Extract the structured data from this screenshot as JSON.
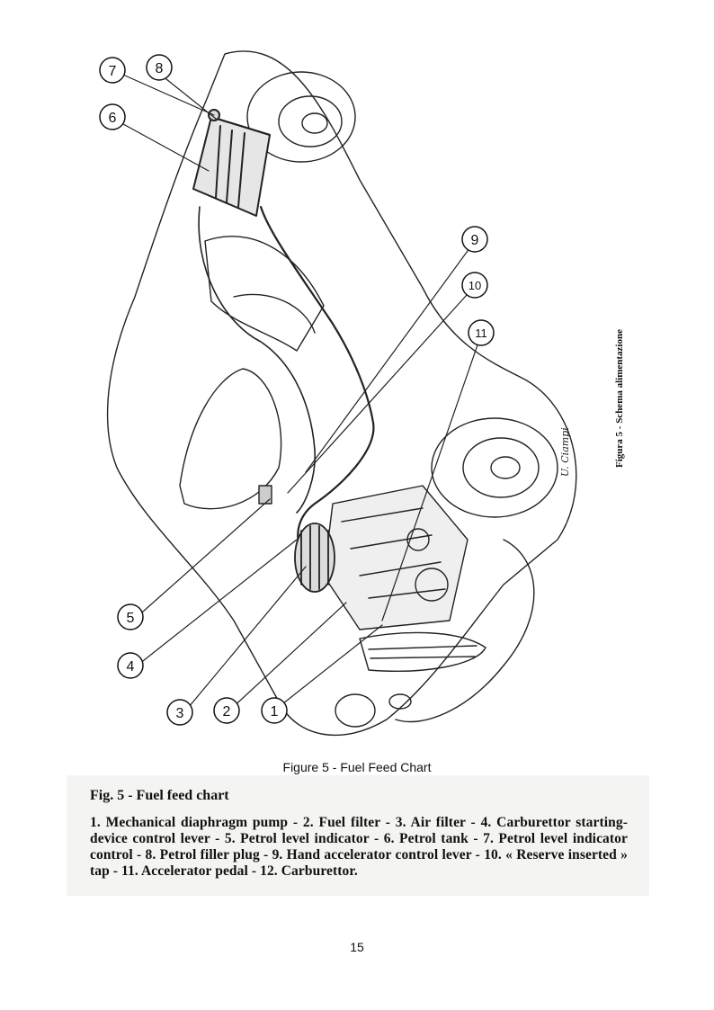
{
  "illustration": {
    "callouts": [
      "7",
      "8",
      "6",
      "9",
      "10",
      "11",
      "5",
      "4",
      "3",
      "2",
      "1"
    ],
    "vertical_caption": "Figura 5 - Schema alimentazione",
    "artist_signature": "U. Ciampi"
  },
  "caption": "Figure 5 - Fuel Feed Chart",
  "scan": {
    "title": "Fig. 5 - Fuel feed chart",
    "body": "1. Mechanical diaphragm pump - 2. Fuel filter - 3. Air filter - 4. Carburettor starting-device control lever - 5. Petrol level indicator - 6. Petrol tank - 7. Petrol level indicator control - 8. Petrol filler plug - 9. Hand accelerator control lever - 10. « Reserve inserted » tap - 11. Accelerator pedal - 12. Carburettor."
  },
  "page_number": "15"
}
